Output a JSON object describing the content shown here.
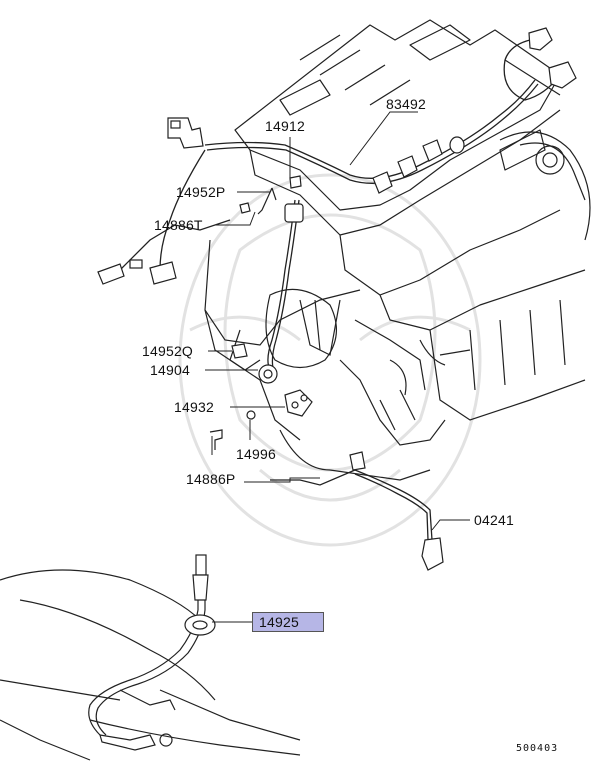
{
  "parts": [
    {
      "id": "p83492",
      "number": "83492"
    },
    {
      "id": "p14912",
      "number": "14912"
    },
    {
      "id": "p14952P",
      "number": "14952P"
    },
    {
      "id": "p14886T",
      "number": "14886T"
    },
    {
      "id": "p14952Q",
      "number": "14952Q"
    },
    {
      "id": "p14904",
      "number": "14904"
    },
    {
      "id": "p14932",
      "number": "14932"
    },
    {
      "id": "p14996",
      "number": "14996"
    },
    {
      "id": "p14886P",
      "number": "14886P"
    },
    {
      "id": "p04241",
      "number": "04241"
    },
    {
      "id": "p14925",
      "number": "14925",
      "highlighted": true,
      "highlight_color": "#b6b6e6"
    }
  ],
  "diagram_id": "500403",
  "colors": {
    "line": "#222222",
    "highlight": "#b6b6e6",
    "watermark": "#e4e4e4"
  }
}
